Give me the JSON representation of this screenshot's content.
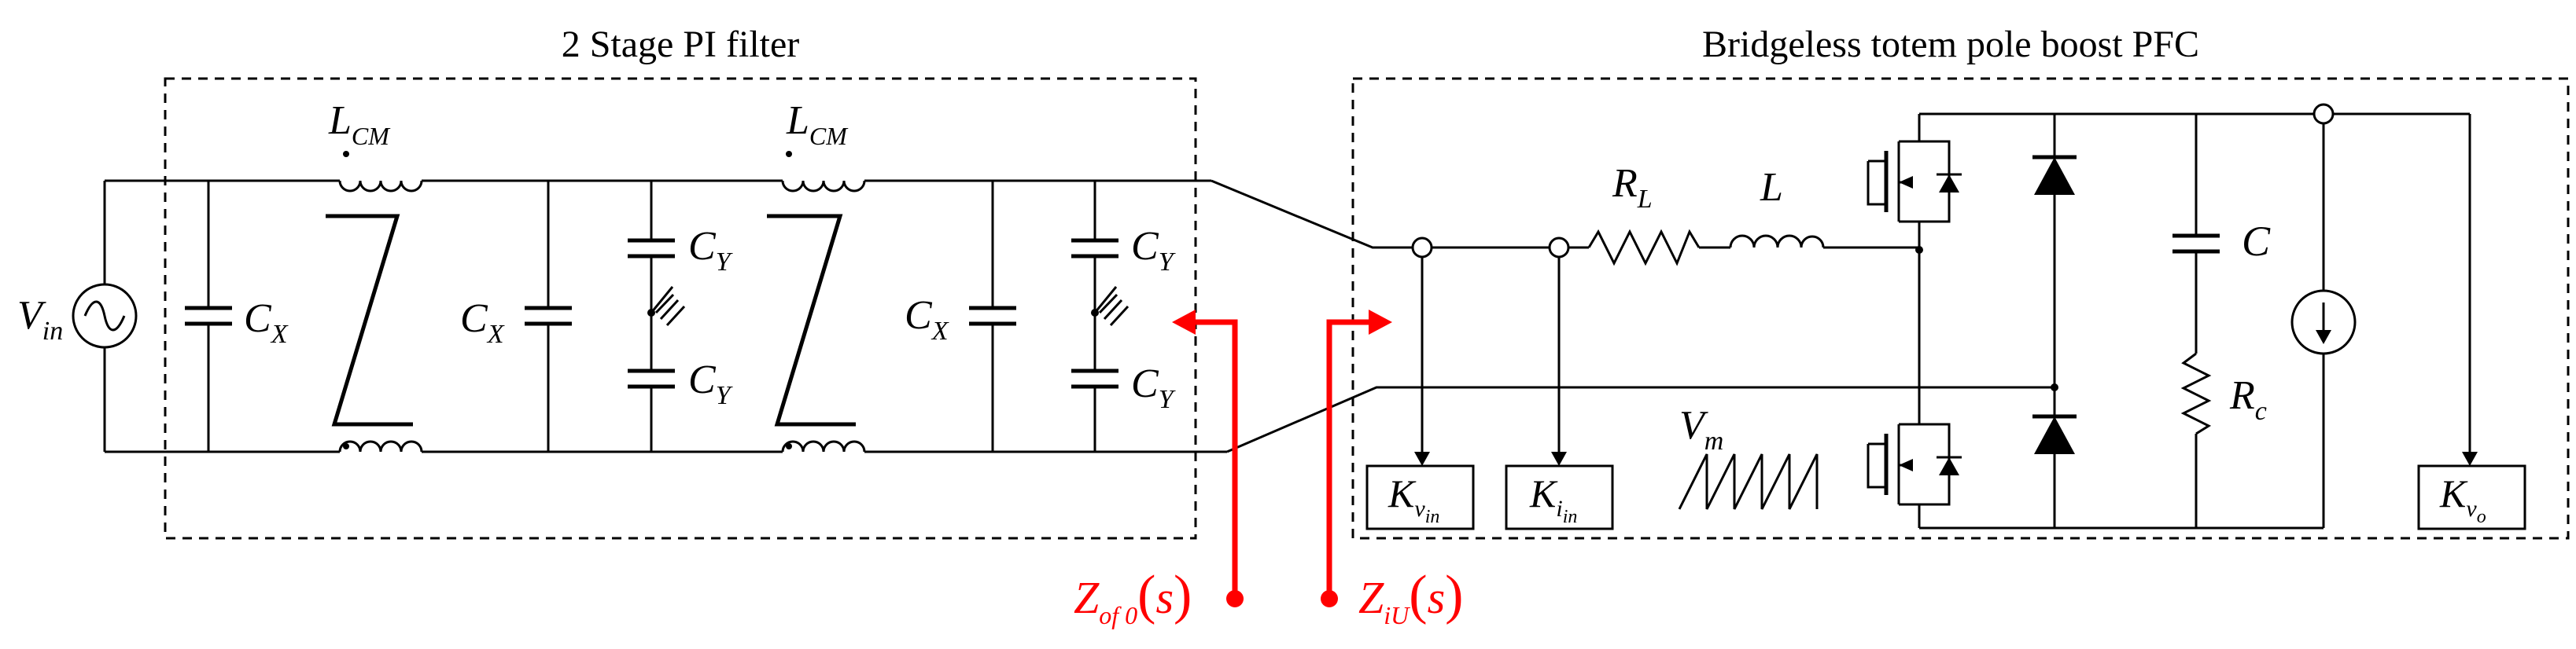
{
  "filter": {
    "title": "2 Stage PI filter"
  },
  "pfc": {
    "title": "Bridgeless totem pole boost PFC"
  },
  "source": {
    "main": "V",
    "sub": "in"
  },
  "lcm": {
    "main": "L",
    "sub": "CM"
  },
  "cx": {
    "main": "C",
    "sub": "X"
  },
  "cy": {
    "main": "C",
    "sub": "Y"
  },
  "rl": {
    "main": "R",
    "sub": "L"
  },
  "l": "L",
  "c": "C",
  "rc": {
    "main": "R",
    "sub": "c"
  },
  "vm": {
    "main": "V",
    "sub": "m"
  },
  "kvin": {
    "main": "K",
    "sub": "v",
    "subsub": "in"
  },
  "kiin": {
    "main": "K",
    "sub": "i",
    "subsub": "in"
  },
  "kvo": {
    "main": "K",
    "sub": "v",
    "subsub": "o"
  },
  "zof": {
    "main": "Z",
    "sub": "of 0",
    "arg": "s"
  },
  "ziu": {
    "main": "Z",
    "sub": "iU",
    "arg": "s"
  },
  "colors": {
    "wire": "#000000",
    "impedance": "#ff0000"
  }
}
